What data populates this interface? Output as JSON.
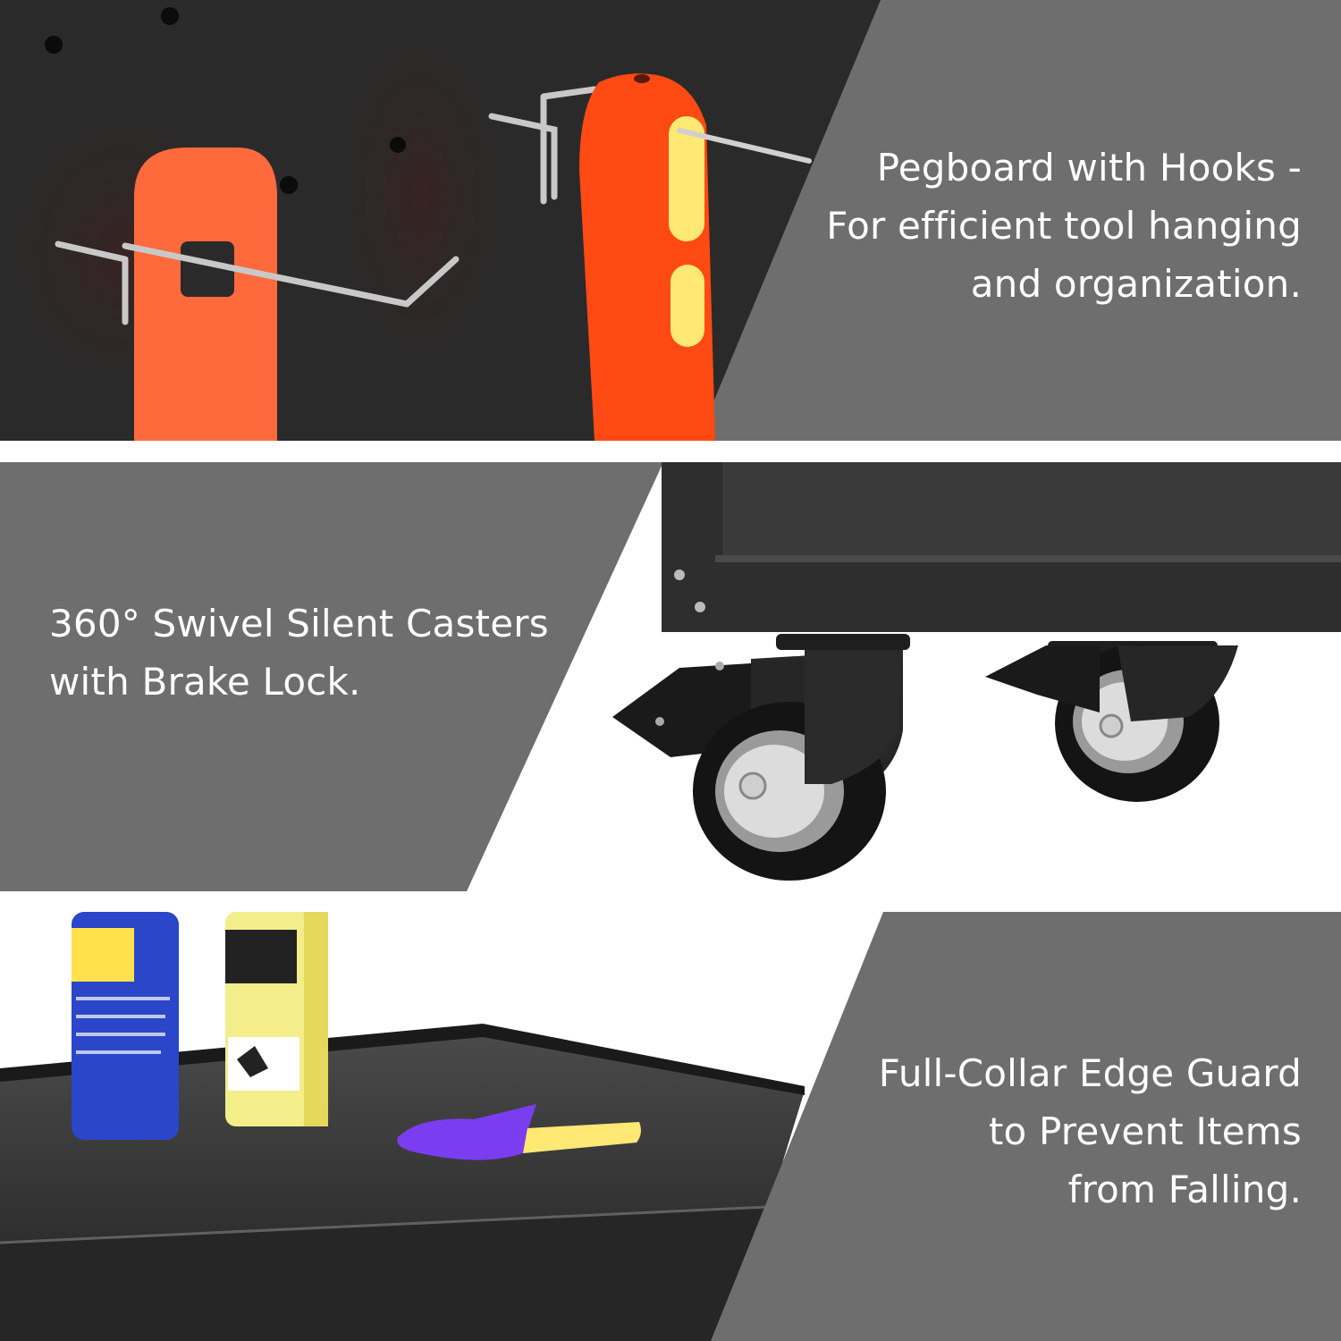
{
  "colors": {
    "band_gray": "#6e6e6e",
    "pegboard": "#2a2a2a",
    "tool_orange": "#ff6a3d",
    "tool_yellow": "#ffe873",
    "cabinet_black": "#323232",
    "caption_text": "#ffffff"
  },
  "panels": [
    {
      "id": "pegboard",
      "caption_lines": [
        "Pegboard with Hooks -",
        "For efficient tool hanging",
        "and organization."
      ]
    },
    {
      "id": "casters",
      "caption_lines": [
        "360° Swivel Silent Casters",
        "with Brake Lock."
      ]
    },
    {
      "id": "edge-guard",
      "caption_lines": [
        "Full-Collar Edge Guard",
        "to Prevent Items",
        "from Falling."
      ]
    }
  ]
}
